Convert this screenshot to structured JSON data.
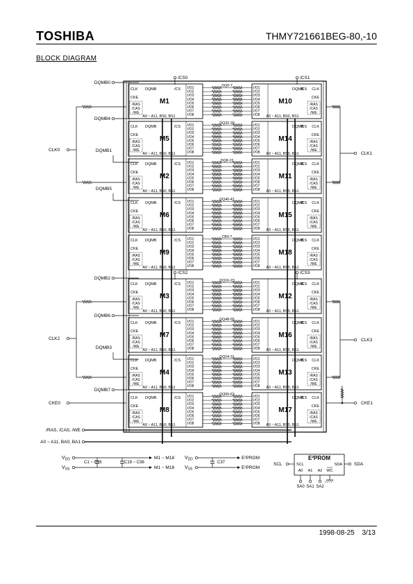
{
  "header": {
    "logo": "TOSHIBA",
    "part_number": "THMY721661BEG-80,-10"
  },
  "section_title": "BLOCK DIAGRAM",
  "left_column": [
    "M1",
    "M5",
    "M2",
    "M6",
    "M9",
    "M3",
    "M7",
    "M4",
    "M8"
  ],
  "right_column": [
    "M10",
    "M14",
    "M11",
    "M15",
    "M18",
    "M12",
    "M16",
    "M13",
    "M17"
  ],
  "bus_labels": [
    "DQ0-7",
    "DQ32-39",
    "DQ8-15",
    "DQ40-47",
    "CB0-7",
    "DQ16-23",
    "DQ48-55",
    "DQ24-31",
    "DQ56-63"
  ],
  "pin_labels": {
    "clk": "CLK",
    "cke": "CKE",
    "dqmb": "DQMB",
    "cs": "/CS",
    "ras": "/RAS",
    "cas": "/CAS",
    "we": "/WE",
    "addr": "A0 ~ A11, BS0, BS1",
    "io": [
      "I/O1",
      "I/O2",
      "I/O3",
      "I/O4",
      "I/O5",
      "I/O6",
      "I/O7",
      "I/O8"
    ]
  },
  "signals": {
    "cs0": "/CS0",
    "cs1": "/CS1",
    "cs2": "/CS2",
    "cs3": "/CS3",
    "dqmb0": "DQMB0",
    "dqmb4": "DQMB4",
    "dqmb1": "DQMB1",
    "dqmb5": "DQMB5",
    "dqmb2": "DQMB2",
    "dqmb6": "DQMB6",
    "dqmb3": "DQMB3",
    "dqmb7": "DQMB7",
    "clk0": "CLK0",
    "clk1": "CLK1",
    "clk2": "CLK2",
    "clk3": "CLK3",
    "cke0": "CKE0",
    "cke1": "CKE1",
    "ras_cas_we": "/RAS, /CAS, /WE",
    "addr_bus": "A0 ~ A11, BA0, BA1"
  },
  "power": {
    "vdd": "VDD",
    "vss": "VSS",
    "caps_a": "C1 ~ C18",
    "caps_b": "C19 ~ C36",
    "caps_c": "C37",
    "to_mem": "M1 ~ M18",
    "to_eeprom": "E²PROM"
  },
  "eeprom": {
    "title": "E²PROM",
    "scl": "SCL",
    "sda": "SDA",
    "a0": "A0",
    "a1": "A1",
    "a2": "A2",
    "wc": "WC",
    "sa0": "SA0",
    "sa1": "SA1",
    "sa2": "SA2"
  },
  "footer": {
    "date": "1998-08-25",
    "page": "3/13"
  }
}
